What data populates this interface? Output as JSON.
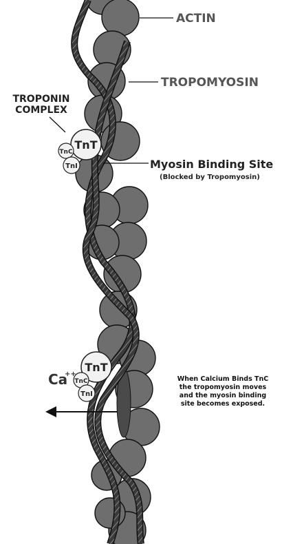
{
  "labels": {
    "actin": "ACTIN",
    "tropomyosin": "TROPOMYOSIN",
    "troponin_line1": "TROPONIN",
    "troponin_line2": "COMPLEX",
    "binding_site": "Myosin Binding Site",
    "binding_site_note": "(Blocked by Tropomyosin)",
    "tnt": "TnT",
    "tnc": "TnC",
    "tni": "TnI",
    "calcium": "Ca",
    "calcium_charge": "++",
    "explanation": [
      "When Calcium Binds TnC",
      "the tropomyosin moves",
      "and the myosin binding",
      "site becomes exposed."
    ]
  },
  "colors": {
    "actin_fill": "#6e6e6e",
    "actin_stroke": "#111111",
    "strand_fill": "#3a3a3a",
    "exposed_site": "#4a4a4a",
    "troponin_fill": "#f2f2f2",
    "label_grey": "#555555",
    "label_dark": "#222222"
  }
}
